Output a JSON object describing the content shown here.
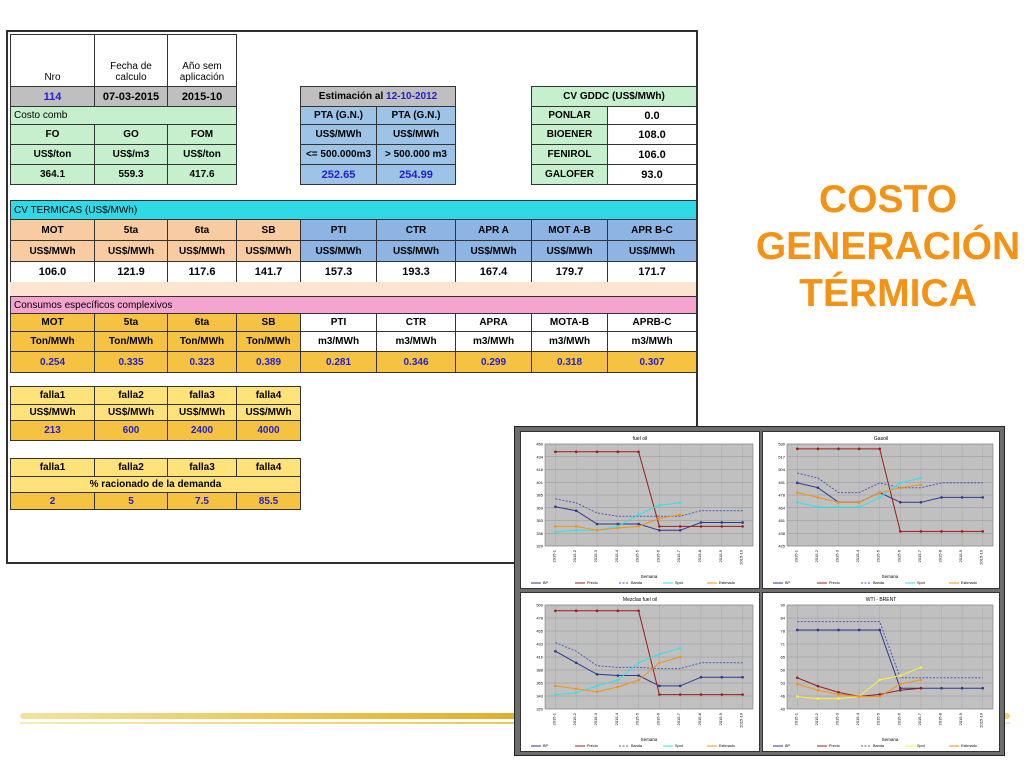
{
  "header": {
    "nro_label": "Nro",
    "fecha_label_1": "Fecha de",
    "fecha_label_2": "calculo",
    "anio_label_1": "Año sem",
    "anio_label_2": "aplicación",
    "nro_value": "114",
    "fecha_value": "07-03-2015",
    "anio_value": "2015-10"
  },
  "estimacion": {
    "label": "Estimación al",
    "date": "12-10-2012",
    "pta1": "PTA (G.N.)",
    "pta2": "PTA (G.N.)",
    "unit1": "US$/MWh",
    "unit2": "US$/MWh",
    "range1": "<= 500.000m3",
    "range2": "> 500.000 m3",
    "val1": "252.65",
    "val2": "254.99"
  },
  "costo_comb": {
    "label": "Costo comb",
    "headers": [
      "FO",
      "GO",
      "FOM"
    ],
    "units": [
      "US$/ton",
      "US$/m3",
      "US$/ton"
    ],
    "values": [
      "364.1",
      "559.3",
      "417.6"
    ]
  },
  "cv_gddc": {
    "label": "CV GDDC (US$/MWh)",
    "rows": [
      {
        "name": "PONLAR",
        "value": "0.0"
      },
      {
        "name": "BIOENER",
        "value": "108.0"
      },
      {
        "name": "FENIROL",
        "value": "106.0"
      },
      {
        "name": "GALOFER",
        "value": "93.0"
      }
    ]
  },
  "cv_termicas": {
    "label": "CV TERMICAS (US$/MWh)",
    "headers": [
      "MOT",
      "5ta",
      "6ta",
      "SB",
      "PTI",
      "CTR",
      "APR A",
      "MOT A-B",
      "APR B-C"
    ],
    "units": [
      "US$/MWh",
      "US$/MWh",
      "US$/MWh",
      "US$/MWh",
      "US$/MWh",
      "US$/MWh",
      "US$/MWh",
      "US$/MWh",
      "US$/MWh"
    ],
    "values": [
      "106.0",
      "121.9",
      "117.6",
      "141.7",
      "157.3",
      "193.3",
      "167.4",
      "179.7",
      "171.7"
    ]
  },
  "consumos": {
    "label": "Consumos específicos complexivos",
    "headers": [
      "MOT",
      "5ta",
      "6ta",
      "SB",
      "PTI",
      "CTR",
      "APRA",
      "MOTA-B",
      "APRB-C"
    ],
    "units": [
      "Ton/MWh",
      "Ton/MWh",
      "Ton/MWh",
      "Ton/MWh",
      "m3/MWh",
      "m3/MWh",
      "m3/MWh",
      "m3/MWh",
      "m3/MWh"
    ],
    "values": [
      "0.254",
      "0.335",
      "0.323",
      "0.389",
      "0.281",
      "0.346",
      "0.299",
      "0.318",
      "0.307"
    ]
  },
  "fallas1": {
    "headers": [
      "falla1",
      "falla2",
      "falla3",
      "falla4"
    ],
    "units": [
      "US$/MWh",
      "US$/MWh",
      "US$/MWh",
      "US$/MWh"
    ],
    "values": [
      "213",
      "600",
      "2400",
      "4000"
    ]
  },
  "fallas2": {
    "headers": [
      "falla1",
      "falla2",
      "falla3",
      "falla4"
    ],
    "note": "% racionado de la demanda",
    "values": [
      "2",
      "5",
      "7.5",
      "85.5"
    ]
  },
  "title": {
    "line1": "COSTO",
    "line2": "GENERACIÓN",
    "line3": "TÉRMICA"
  },
  "colors": {
    "title": "#f39214",
    "accent_blue": "#1f1fd0"
  },
  "chart_data": [
    {
      "type": "line",
      "title": "fuel oil",
      "xlabel": "Semana",
      "categories": [
        "2015-1",
        "2015-2",
        "2015-3",
        "2015-4",
        "2015-5",
        "2015-6",
        "2015-7",
        "2015-8",
        "2015-9",
        "2015-10"
      ],
      "ylim": [
        320,
        450
      ],
      "series": [
        {
          "name": "BP",
          "color": "#2b3990",
          "values": [
            370,
            365,
            348,
            348,
            348,
            340,
            340,
            350,
            350,
            350
          ]
        },
        {
          "name": "Precio",
          "color": "#9b1c1c",
          "values": [
            440,
            440,
            440,
            440,
            440,
            345,
            345,
            345,
            345,
            345
          ]
        },
        {
          "name": "Banda",
          "color": "#4a5bb5",
          "values": [
            380,
            375,
            362,
            358,
            358,
            358,
            358,
            365,
            365,
            365
          ]
        },
        {
          "name": "Spot",
          "color": "#33e0e8",
          "values": [
            338,
            340,
            340,
            345,
            360,
            372,
            375,
            null,
            null,
            null
          ]
        },
        {
          "name": "Estimado",
          "color": "#f39214",
          "values": [
            345,
            345,
            340,
            343,
            345,
            355,
            360,
            null,
            null,
            null
          ]
        }
      ]
    },
    {
      "type": "line",
      "title": "Gasoil",
      "xlabel": "Semana",
      "categories": [
        "2015-1",
        "2015-2",
        "2015-3",
        "2015-4",
        "2015-5",
        "2015-6",
        "2015-7",
        "2015-8",
        "2015-9",
        "2015-10"
      ],
      "ylim": [
        425,
        530
      ],
      "series": [
        {
          "name": "BP",
          "color": "#2b3990",
          "values": [
            490,
            485,
            470,
            470,
            480,
            470,
            470,
            475,
            475,
            475
          ]
        },
        {
          "name": "Precio",
          "color": "#9b1c1c",
          "values": [
            525,
            525,
            525,
            525,
            525,
            440,
            440,
            440,
            440,
            440
          ]
        },
        {
          "name": "Banda",
          "color": "#4a5bb5",
          "values": [
            500,
            495,
            480,
            480,
            490,
            485,
            485,
            490,
            490,
            490
          ]
        },
        {
          "name": "Spot",
          "color": "#33e0e8",
          "values": [
            470,
            465,
            465,
            465,
            475,
            490,
            495,
            null,
            null,
            null
          ]
        },
        {
          "name": "Estimado",
          "color": "#f39214",
          "values": [
            480,
            475,
            470,
            470,
            480,
            485,
            488,
            null,
            null,
            null
          ]
        }
      ]
    },
    {
      "type": "line",
      "title": "Mezclas fuel oil",
      "xlabel": "Semana",
      "categories": [
        "2015-1",
        "2015-2",
        "2015-3",
        "2015-4",
        "2015-5",
        "2015-6",
        "2015-7",
        "2015-8",
        "2015-9",
        "2015-10"
      ],
      "ylim": [
        320,
        500
      ],
      "series": [
        {
          "name": "BP",
          "color": "#2b3990",
          "values": [
            420,
            400,
            380,
            378,
            378,
            360,
            360,
            375,
            375,
            375
          ]
        },
        {
          "name": "Precio",
          "color": "#9b1c1c",
          "values": [
            490,
            490,
            490,
            490,
            490,
            345,
            345,
            345,
            345,
            345
          ]
        },
        {
          "name": "Banda",
          "color": "#4a5bb5",
          "values": [
            435,
            420,
            395,
            392,
            392,
            390,
            390,
            400,
            400,
            400
          ]
        },
        {
          "name": "Spot",
          "color": "#33e0e8",
          "values": [
            345,
            348,
            360,
            370,
            400,
            415,
            425,
            null,
            null,
            null
          ]
        },
        {
          "name": "Estimado",
          "color": "#f39214",
          "values": [
            360,
            355,
            350,
            358,
            370,
            400,
            410,
            null,
            null,
            null
          ]
        }
      ]
    },
    {
      "type": "line",
      "title": "WTI - BRENT",
      "xlabel": "Semana",
      "categories": [
        "2015-1",
        "2015-2",
        "2015-3",
        "2015-4",
        "2015-5",
        "2015-6",
        "2015-7",
        "2015-8",
        "2015-9",
        "2015-10"
      ],
      "ylim": [
        40,
        90
      ],
      "series": [
        {
          "name": "BP",
          "color": "#2b3990",
          "values": [
            78,
            78,
            78,
            78,
            78,
            50,
            50,
            50,
            50,
            50
          ]
        },
        {
          "name": "Precio",
          "color": "#9b1c1c",
          "values": [
            55,
            51,
            48,
            46,
            47,
            49,
            50,
            null,
            null,
            null
          ]
        },
        {
          "name": "Banda",
          "color": "#4a5bb5",
          "values": [
            82,
            82,
            82,
            82,
            82,
            55,
            55,
            55,
            55,
            55
          ]
        },
        {
          "name": "Spot",
          "color": "#ffef33",
          "values": [
            46,
            45,
            45,
            46,
            54,
            56,
            60,
            null,
            null,
            null
          ]
        },
        {
          "name": "Estimado",
          "color": "#f39214",
          "values": [
            52,
            49,
            47,
            46,
            46,
            52,
            54,
            null,
            null,
            null
          ]
        }
      ]
    }
  ]
}
